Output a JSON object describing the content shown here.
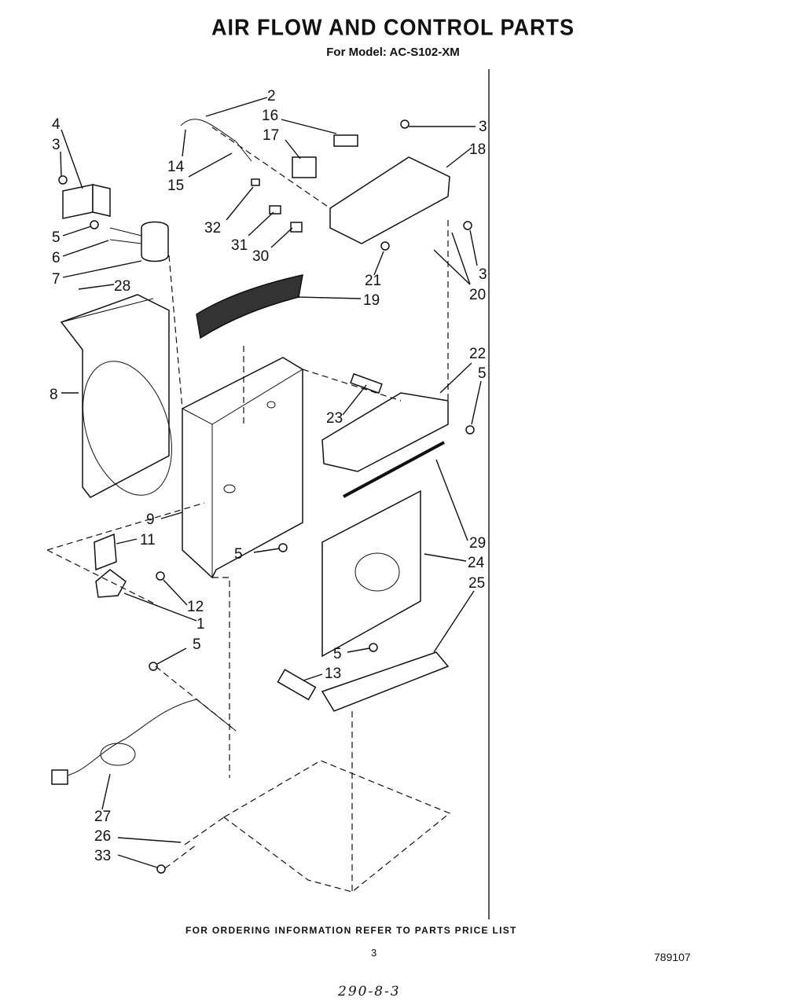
{
  "header": {
    "title": "AIR FLOW AND CONTROL PARTS",
    "model_line": "For Model: AC-S102-XM"
  },
  "footer": {
    "ordering_note": "FOR ORDERING INFORMATION REFER TO PARTS PRICE LIST",
    "page_number": "3",
    "document_number": "789107",
    "handwritten_ref": "290-8-3"
  },
  "callouts": [
    "2",
    "16",
    "17",
    "3",
    "14",
    "15",
    "18",
    "4",
    "3",
    "5",
    "6",
    "7",
    "32",
    "31",
    "30",
    "21",
    "3",
    "20",
    "28",
    "19",
    "22",
    "5",
    "8",
    "23",
    "9",
    "11",
    "5",
    "29",
    "24",
    "25",
    "12",
    "1",
    "5",
    "5",
    "13",
    "27",
    "26",
    "33"
  ]
}
